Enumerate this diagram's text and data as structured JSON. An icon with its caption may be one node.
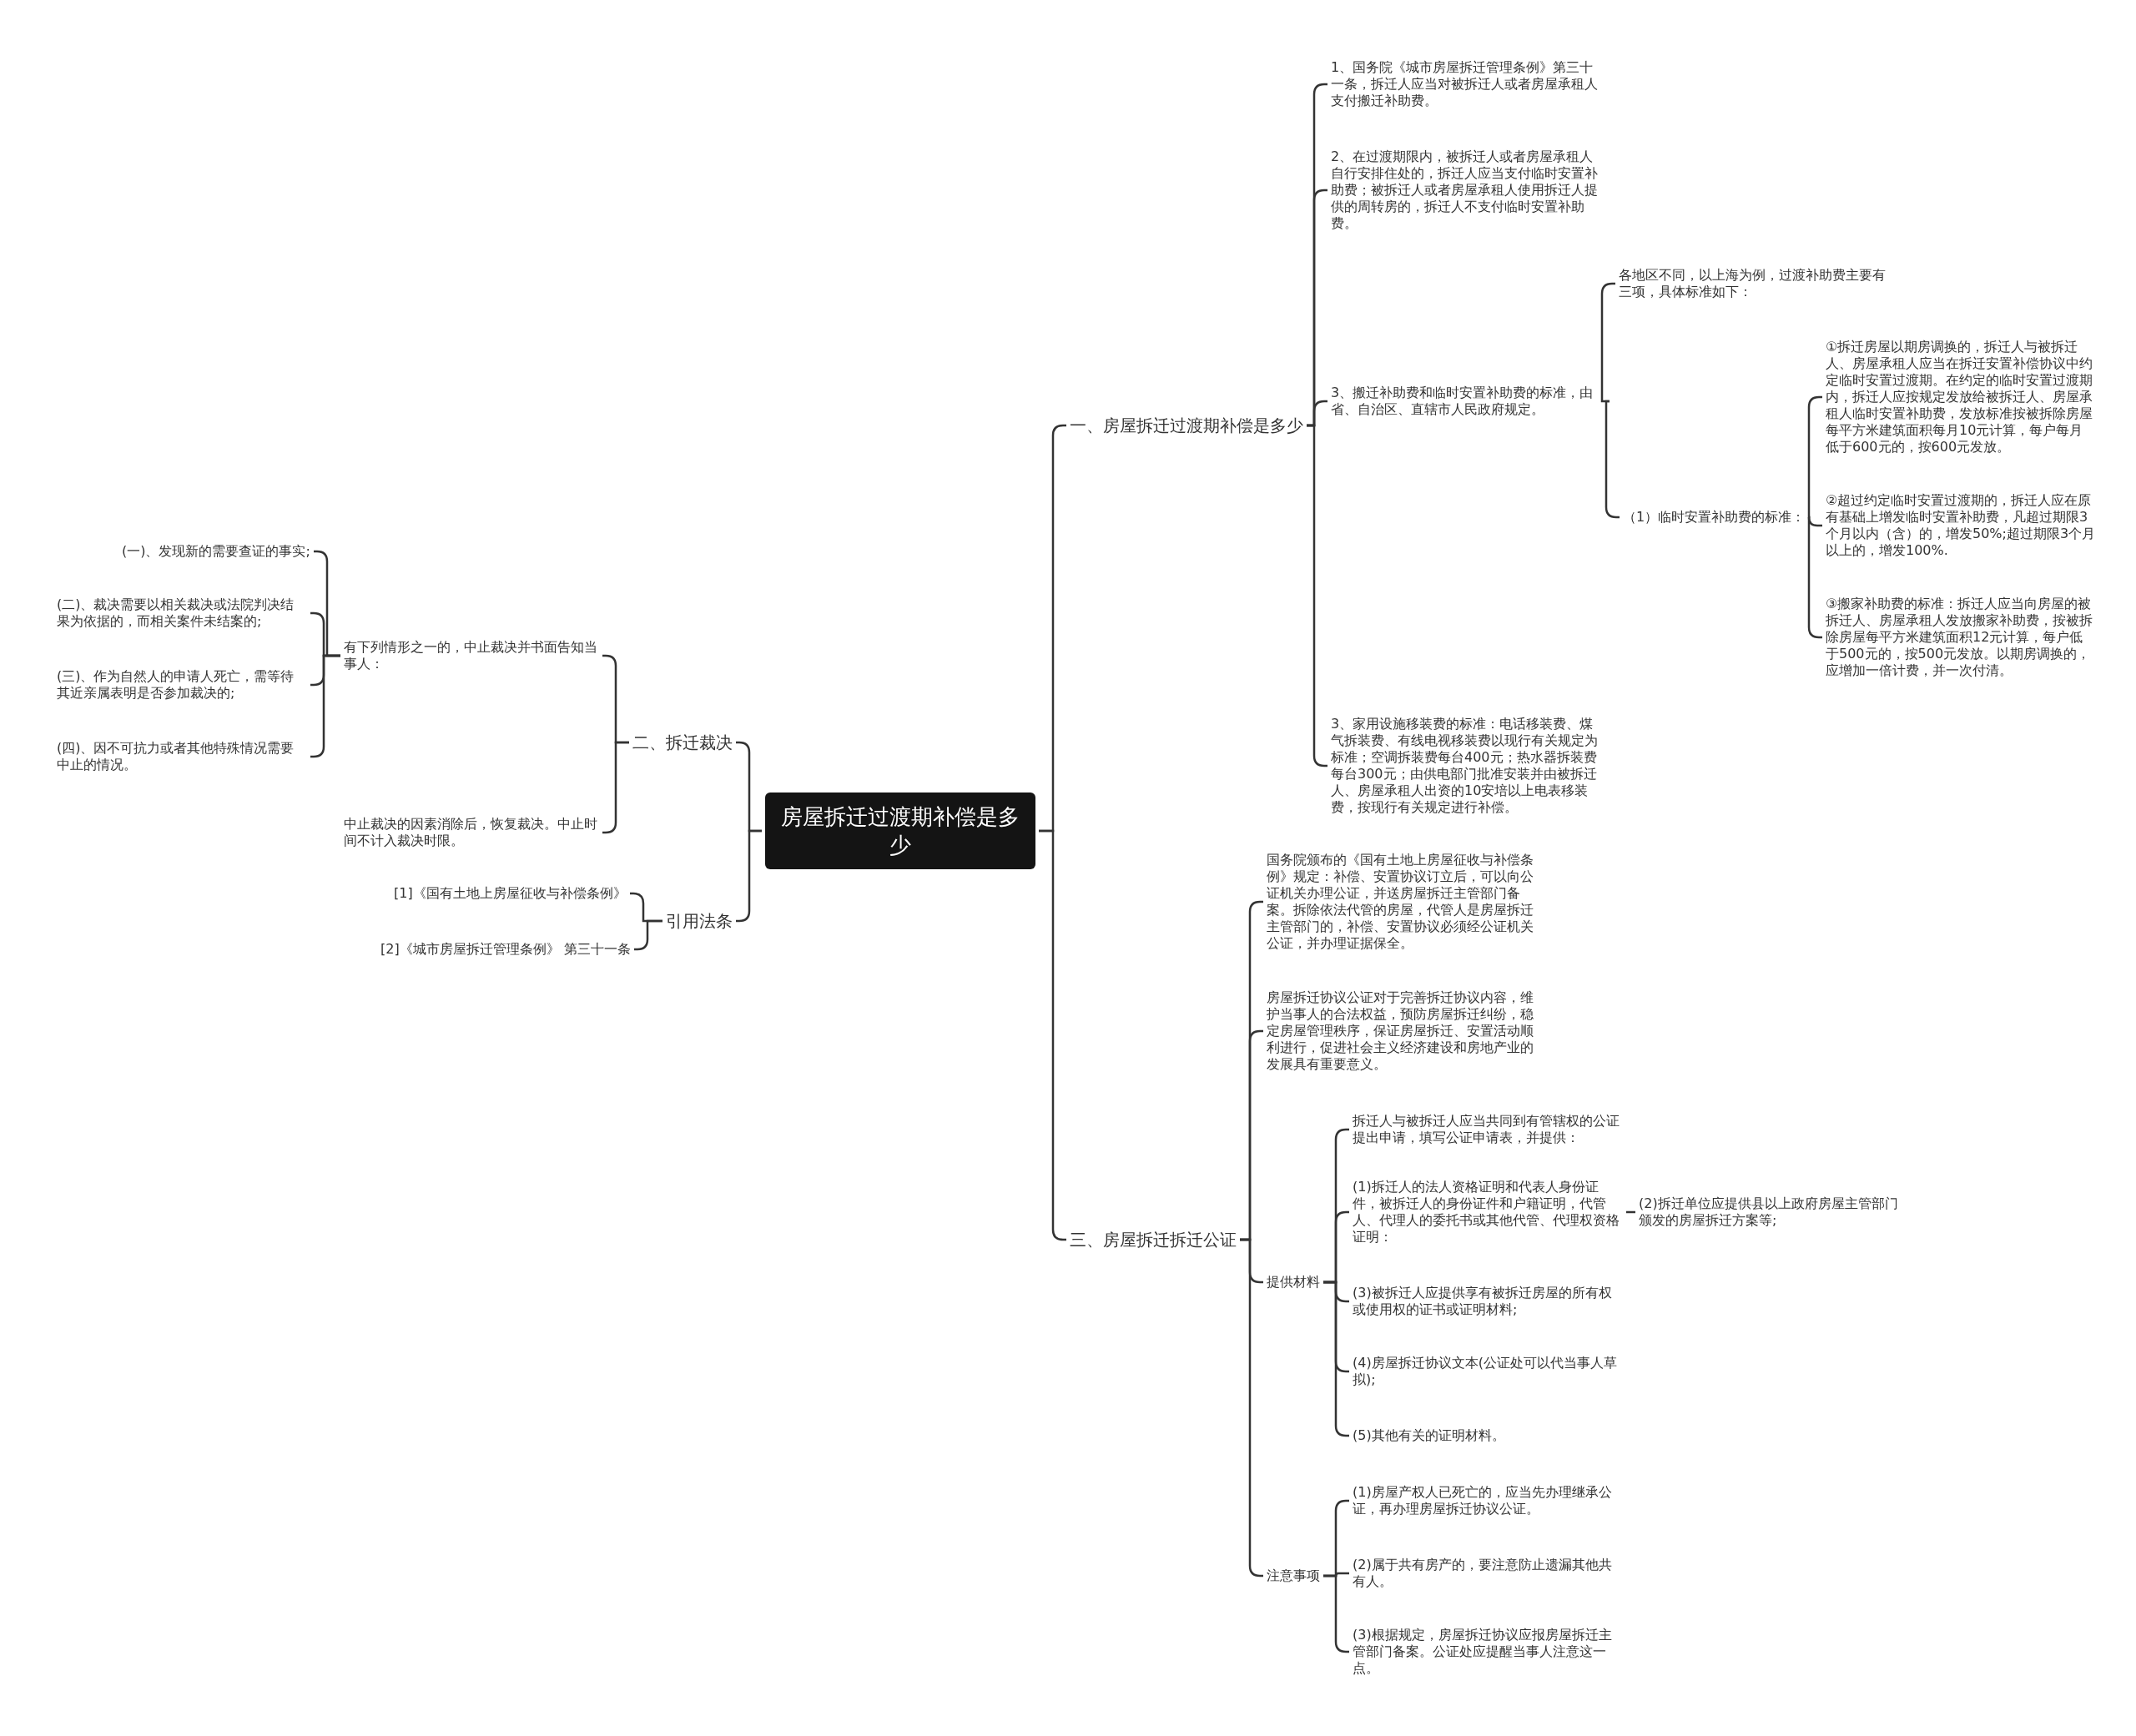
{
  "diagram": {
    "nodes": [
      {
        "text": [
          "房屋拆迁过渡期补偿是多少"
        ]
      },
      {
        "text": [
          "一、房屋拆迁过渡期补偿是多少"
        ]
      },
      {
        "text": [
          "1、国务院《城市房屋拆迁管理条例》第三十一条，拆迁人应当对被拆迁人或者房屋承租人支付搬迁补助费。"
        ]
      },
      {
        "text": [
          "2、在过渡期限内，被拆迁人或者房屋承租人自行安排住处的，拆迁人应当支付临时安置补助费；被拆迁人或者房屋承租人使用拆迁人提供的周转房的，拆迁人不支付临时安置补助费。"
        ]
      },
      {
        "text": [
          "3、搬迁补助费和临时安置补助费的标准，由省、自治区、直辖市人民政府规定。"
        ]
      },
      {
        "text": [
          "各地区不同，以上海为例，过渡补助费主要有三项，具体标准如下："
        ]
      },
      {
        "text": [
          "（1）临时安置补助费的标准："
        ]
      },
      {
        "text": [
          "①拆迁房屋以期房调换的，拆迁人与被拆迁人、房屋承租人应当在拆迁安置补偿协议中约定临时安置过渡期。在约定的临时安置过渡期内，拆迁人应按规定发放给被拆迁人、房屋承租人临时安置补助费，发放标准按被拆除房屋每平方米建筑面积每月10元计算，每户每月低于600元的，按600元发放。"
        ]
      },
      {
        "text": [
          "②超过约定临时安置过渡期的，拆迁人应在原有基础上增发临时安置补助费，凡超过期限3个月以内（含）的，增发50%;超过期限3个月以上的，增发100%."
        ]
      },
      {
        "text": [
          "③搬家补助费的标准：拆迁人应当向房屋的被拆迁人、房屋承租人发放搬家补助费，按被拆除房屋每平方米建筑面积12元计算，每户低于500元的，按500元发放。以期房调换的，应增加一倍计费，并一次付清。"
        ]
      },
      {
        "text": [
          "3、家用设施移装费的标准：电话移装费、煤气拆装费、有线电视移装费以现行有关规定为标准；空调拆装费每台400元；热水器拆装费每台300元；由供电部门批准安装并由被拆迁人、房屋承租人出资的10安培以上电表移装费，按现行有关规定进行补偿。"
        ]
      },
      {
        "text": [
          "三、房屋拆迁拆迁公证"
        ]
      },
      {
        "text": [
          "国务院颁布的《国有土地上房屋征收与补偿条例》规定：补偿、安置协议订立后，可以向公证机关办理公证，并送房屋拆迁主管部门备案。拆除依法代管的房屋，代管人是房屋拆迁主管部门的，补偿、安置协议必须经公证机关公证，并办理证据保全。"
        ]
      },
      {
        "text": [
          "房屋拆迁协议公证对于完善拆迁协议内容，维护当事人的合法权益，预防房屋拆迁纠纷，稳定房屋管理秩序，保证房屋拆迁、安置活动顺利进行，促进社会主义经济建设和房地产业的发展具有重要意义。"
        ]
      },
      {
        "text": [
          "提供材料"
        ]
      },
      {
        "text": [
          "拆迁人与被拆迁人应当共同到有管辖权的公证提出申请，填写公证申请表，并提供："
        ]
      },
      {
        "text": [
          "(1)拆迁人的法人资格证明和代表人身份证件，被拆迁人的身份证件和户籍证明，代管人、代理人的委托书或其他代管、代理权资格证明："
        ]
      },
      {
        "text": [
          "(2)拆迁单位应提供县以上政府房屋主管部门颁发的房屋拆迁方案等;"
        ]
      },
      {
        "text": [
          "(3)被拆迁人应提供享有被拆迁房屋的所有权或使用权的证书或证明材料;"
        ]
      },
      {
        "text": [
          "(4)房屋拆迁协议文本(公证处可以代当事人草拟);"
        ]
      },
      {
        "text": [
          "(5)其他有关的证明材料。"
        ]
      },
      {
        "text": [
          "注意事项"
        ]
      },
      {
        "text": [
          "(1)房屋产权人已死亡的，应当先办理继承公证，再办理房屋拆迁协议公证。"
        ]
      },
      {
        "text": [
          "(2)属于共有房产的，要注意防止遗漏其他共有人。"
        ]
      },
      {
        "text": [
          "(3)根据规定，房屋拆迁协议应报房屋拆迁主管部门备案。公证处应提醒当事人注意这一点。"
        ]
      },
      {
        "text": [
          "二、拆迁裁决"
        ]
      },
      {
        "text": [
          "有下列情形之一的，中止裁决并书面告知当事人："
        ]
      },
      {
        "text": [
          "(一)、发现新的需要查证的事实;"
        ]
      },
      {
        "text": [
          "(二)、裁决需要以相关裁决或法院判决结果为依据的，而相关案件未结案的;"
        ]
      },
      {
        "text": [
          "(三)、作为自然人的申请人死亡，需等待其近亲属表明是否参加裁决的;"
        ]
      },
      {
        "text": [
          "(四)、因不可抗力或者其他特殊情况需要中止的情况。"
        ]
      },
      {
        "text": [
          "中止裁决的因素消除后，恢复裁决。中止时间不计入裁决时限。"
        ]
      },
      {
        "text": [
          "引用法条"
        ]
      },
      {
        "text": [
          "[1]《国有土地上房屋征收与补偿条例》"
        ]
      },
      {
        "text": [
          "[2]《城市房屋拆迁管理条例》 第三十一条"
        ]
      }
    ],
    "edges": [
      {
        "from": 0,
        "to": 1,
        "arrow": "none"
      },
      {
        "from": 0,
        "to": 11,
        "arrow": "none"
      },
      {
        "from": 0,
        "to": 25,
        "arrow": "none"
      },
      {
        "from": 0,
        "to": 32,
        "arrow": "none"
      },
      {
        "from": 1,
        "to": 2,
        "arrow": "none"
      },
      {
        "from": 1,
        "to": 3,
        "arrow": "none"
      },
      {
        "from": 1,
        "to": 4,
        "arrow": "none"
      },
      {
        "from": 1,
        "to": 10,
        "arrow": "none"
      },
      {
        "from": 4,
        "to": 5,
        "arrow": "none"
      },
      {
        "from": 4,
        "to": 6,
        "arrow": "none"
      },
      {
        "from": 6,
        "to": 7,
        "arrow": "none"
      },
      {
        "from": 6,
        "to": 8,
        "arrow": "none"
      },
      {
        "from": 6,
        "to": 9,
        "arrow": "none"
      },
      {
        "from": 11,
        "to": 12,
        "arrow": "none"
      },
      {
        "from": 11,
        "to": 13,
        "arrow": "none"
      },
      {
        "from": 11,
        "to": 14,
        "arrow": "none"
      },
      {
        "from": 11,
        "to": 21,
        "arrow": "none"
      },
      {
        "from": 14,
        "to": 15,
        "arrow": "none"
      },
      {
        "from": 14,
        "to": 16,
        "arrow": "none"
      },
      {
        "from": 14,
        "to": 18,
        "arrow": "none"
      },
      {
        "from": 14,
        "to": 19,
        "arrow": "none"
      },
      {
        "from": 14,
        "to": 20,
        "arrow": "none"
      },
      {
        "from": 16,
        "to": 17,
        "arrow": "none"
      },
      {
        "from": 21,
        "to": 22,
        "arrow": "none"
      },
      {
        "from": 21,
        "to": 23,
        "arrow": "none"
      },
      {
        "from": 21,
        "to": 24,
        "arrow": "none"
      },
      {
        "from": 25,
        "to": 26,
        "arrow": "none"
      },
      {
        "from": 25,
        "to": 31,
        "arrow": "none"
      },
      {
        "from": 26,
        "to": 27,
        "arrow": "none"
      },
      {
        "from": 26,
        "to": 28,
        "arrow": "none"
      },
      {
        "from": 26,
        "to": 29,
        "arrow": "none"
      },
      {
        "from": 26,
        "to": 30,
        "arrow": "none"
      },
      {
        "from": 32,
        "to": 33,
        "arrow": "none"
      },
      {
        "from": 32,
        "to": 34,
        "arrow": "none"
      }
    ]
  }
}
